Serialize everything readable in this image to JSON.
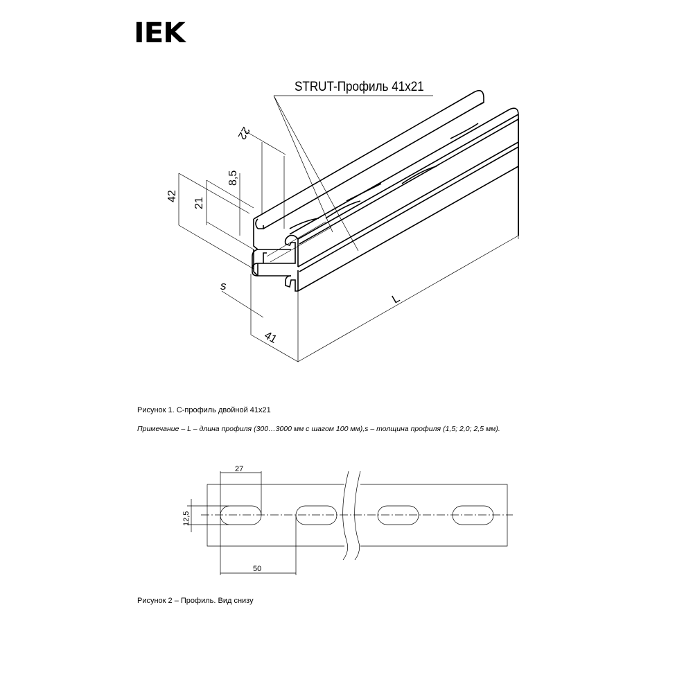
{
  "logo": "IEK",
  "figure1": {
    "title": "STRUT-Профиль 41x21",
    "dimensions": {
      "d22": "22",
      "d8_5": "8,5",
      "d42": "42",
      "d21": "21",
      "s": "s",
      "d41": "41",
      "L": "L"
    },
    "caption": "Рисунок 1. С-профиль двойной 41х21",
    "note": "Примечание – L – длина профиля (300…3000 мм с шагом 100 мм),s – толщина профиля (1,5; 2,0; 2,5 мм)."
  },
  "figure2": {
    "dimensions": {
      "d27": "27",
      "d12_5": "12,5",
      "d50": "50"
    },
    "caption": "Рисунок 2 – Профиль. Вид снизу"
  }
}
